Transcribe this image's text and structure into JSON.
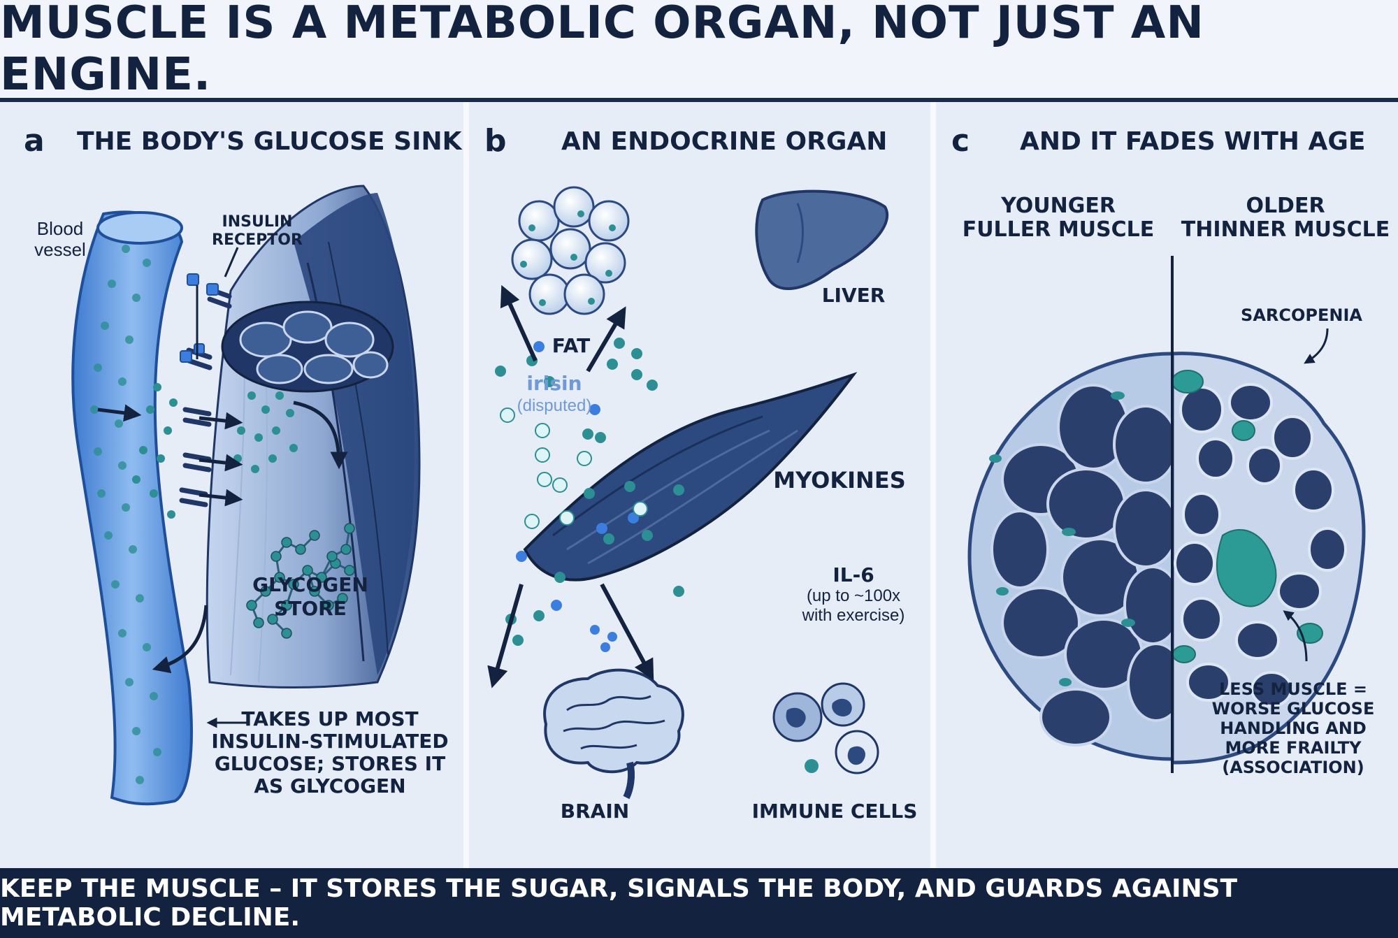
{
  "title": "MUSCLE IS A METABOLIC ORGAN, NOT JUST AN ENGINE.",
  "panel_a": {
    "letter": "a",
    "title": "THE BODY'S GLUCOSE SINK",
    "blood_vessel_label": [
      "Blood",
      "vessel"
    ],
    "insulin_receptor_label": [
      "INSULIN",
      "RECEPTOR"
    ],
    "glycogen_label": [
      "GLYCOGEN",
      "STORE"
    ],
    "takes_up_label": [
      "TAKES UP MOST",
      "INSULIN-STIMULATED",
      "GLUCOSE; STORES IT",
      "AS GLYCOGEN"
    ]
  },
  "panel_b": {
    "letter": "b",
    "title": "AN ENDOCRINE ORGAN",
    "fat_label": "FAT",
    "liver_label": "LIVER",
    "irisin_label": "irisin",
    "irisin_note": "(disputed)",
    "myokines_label": "MYOKINES",
    "il6_label": "IL-6",
    "il6_note": [
      "(up to ~100x",
      "with exercise)"
    ],
    "brain_label": "BRAIN",
    "immune_label": "IMMUNE CELLS"
  },
  "panel_c": {
    "letter": "c",
    "title": "AND IT FADES WITH AGE",
    "younger_label": [
      "YOUNGER",
      "FULLER MUSCLE"
    ],
    "older_label": [
      "OLDER",
      "THINNER MUSCLE"
    ],
    "sarcopenia_label": "SARCOPENIA",
    "less_muscle_label": [
      "LESS MUSCLE =",
      "WORSE GLUCOSE",
      "HANDLING AND",
      "MORE FRAILTY",
      "(ASSOCIATION)"
    ]
  },
  "footer": "KEEP THE MUSCLE – IT STORES THE SUGAR, SIGNALS THE BODY, AND GUARDS AGAINST METABOLIC DECLINE.",
  "colors": {
    "navy": "#13233f",
    "muscle": "#2c4a80",
    "vessel": "#5d97de",
    "teal": "#2c8f93",
    "panel_bg": "#e6edf7"
  }
}
